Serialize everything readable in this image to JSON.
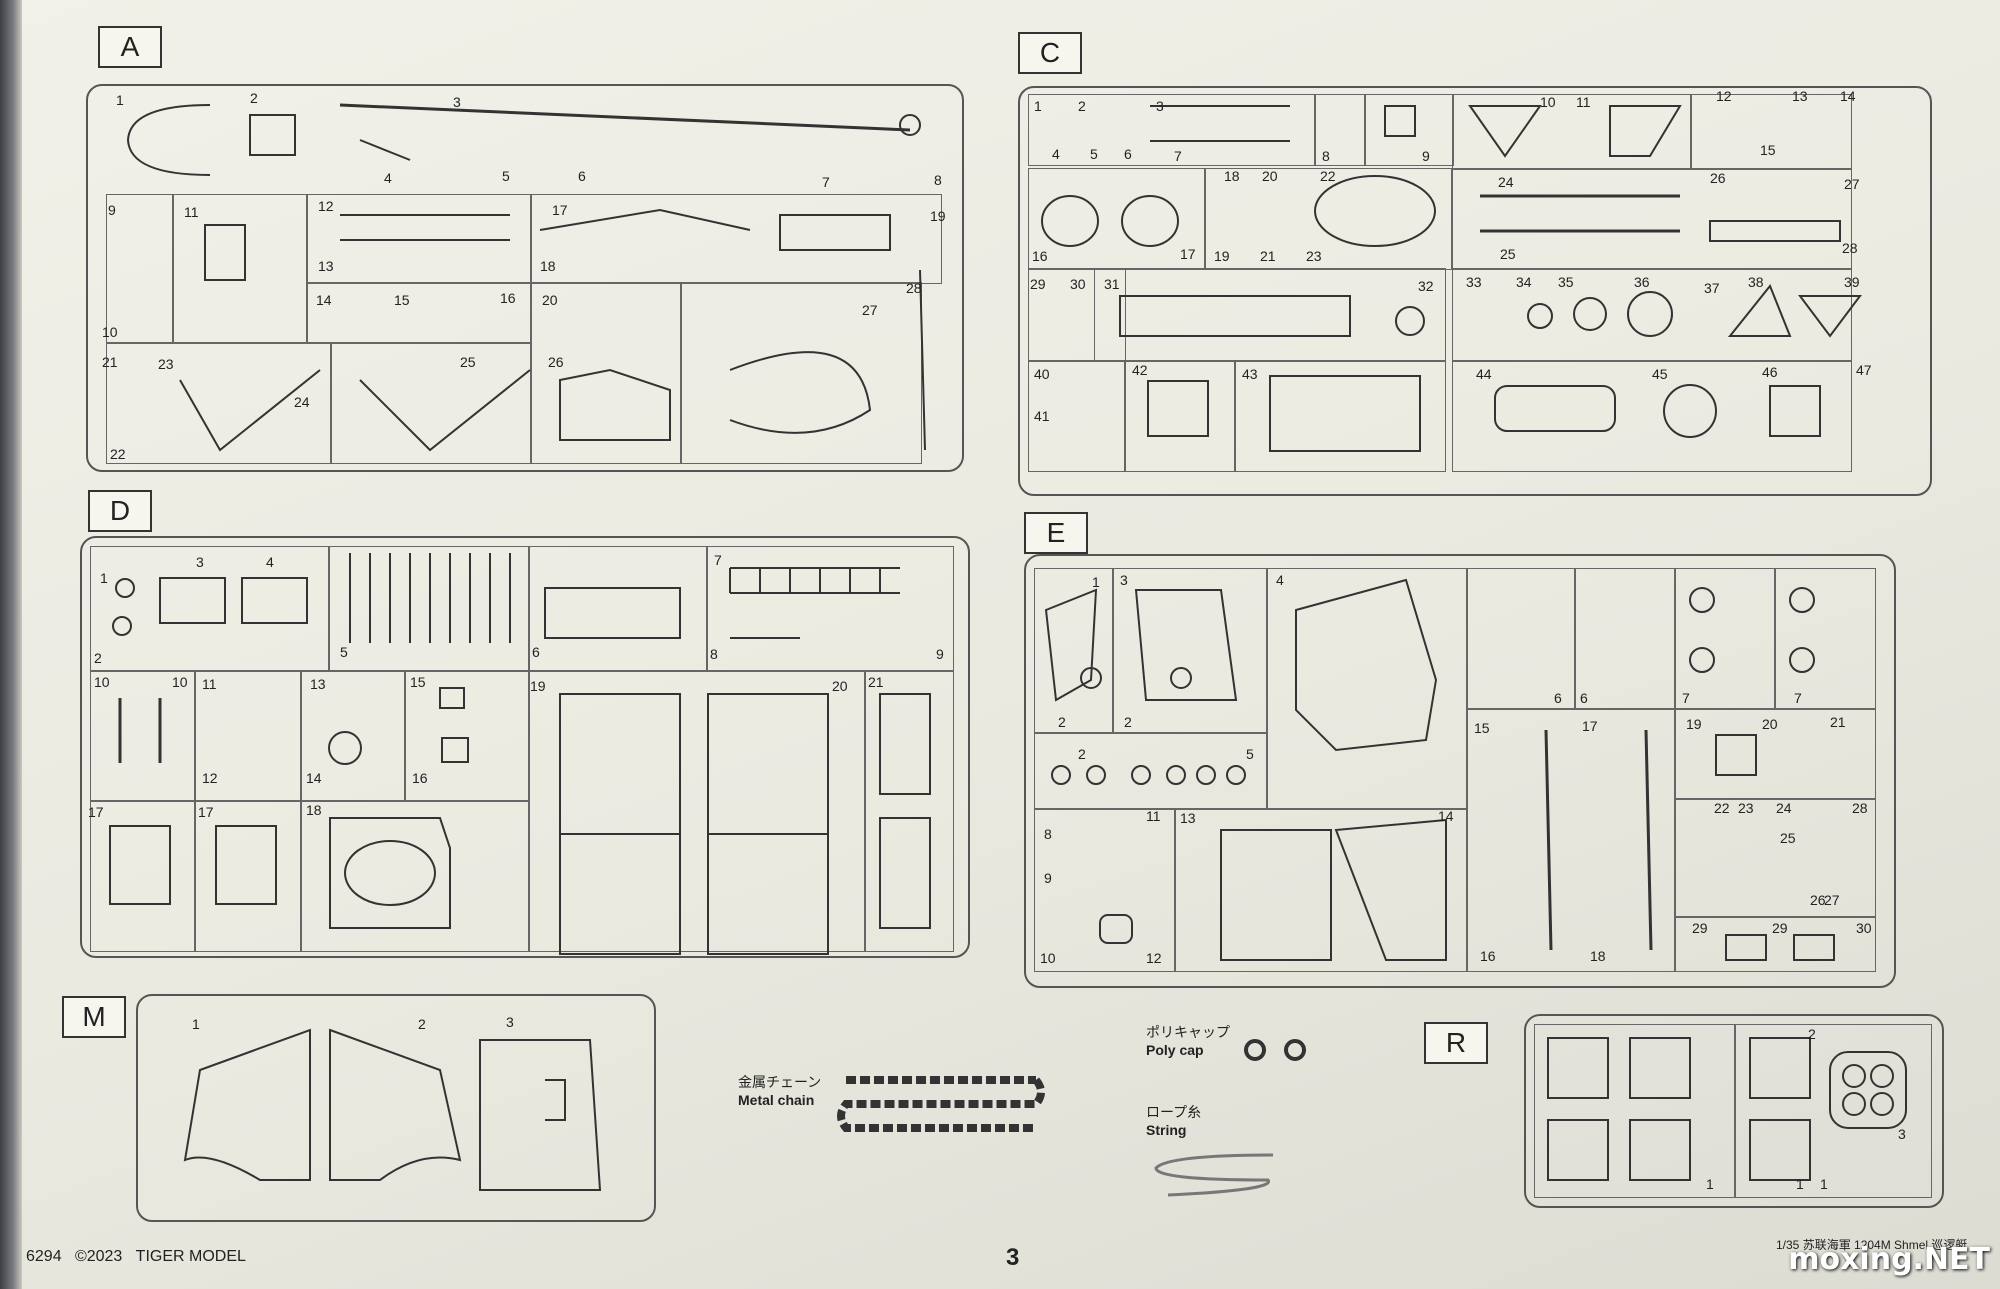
{
  "sections": {
    "A": {
      "letter": "A",
      "numbers": [
        "1",
        "2",
        "3",
        "4",
        "5",
        "6",
        "7",
        "8",
        "9",
        "10",
        "11",
        "12",
        "13",
        "14",
        "15",
        "16",
        "17",
        "18",
        "19",
        "20",
        "21",
        "22",
        "23",
        "24",
        "25",
        "26",
        "27",
        "28"
      ]
    },
    "C": {
      "letter": "C",
      "numbers": [
        "1",
        "2",
        "3",
        "4",
        "5",
        "6",
        "7",
        "8",
        "9",
        "10",
        "11",
        "12",
        "13",
        "14",
        "15",
        "16",
        "17",
        "18",
        "19",
        "20",
        "21",
        "22",
        "23",
        "24",
        "25",
        "26",
        "27",
        "28",
        "29",
        "30",
        "31",
        "32",
        "33",
        "34",
        "35",
        "36",
        "37",
        "38",
        "39",
        "40",
        "41",
        "42",
        "43",
        "44",
        "45",
        "46",
        "47"
      ]
    },
    "D": {
      "letter": "D",
      "numbers": [
        "1",
        "2",
        "3",
        "4",
        "5",
        "6",
        "7",
        "8",
        "9",
        "10",
        "10",
        "11",
        "12",
        "13",
        "14",
        "15",
        "16",
        "17",
        "17",
        "18",
        "19",
        "20",
        "21"
      ]
    },
    "E": {
      "letter": "E",
      "numbers": [
        "1",
        "2",
        "2",
        "3",
        "4",
        "2",
        "5",
        "6",
        "6",
        "7",
        "7",
        "8",
        "9",
        "10",
        "11",
        "12",
        "13",
        "14",
        "15",
        "16",
        "17",
        "18",
        "19",
        "20",
        "21",
        "22",
        "23",
        "24",
        "25",
        "26",
        "27",
        "28",
        "29",
        "29",
        "30"
      ]
    },
    "M": {
      "letter": "M",
      "numbers": [
        "1",
        "2",
        "3"
      ]
    },
    "R": {
      "letter": "R",
      "numbers": [
        "1",
        "1",
        "1",
        "2",
        "3"
      ]
    }
  },
  "parts": {
    "metal_chain": {
      "ja": "金属チェーン",
      "en": "Metal chain"
    },
    "poly_cap": {
      "ja": "ポリキャップ",
      "en": "Poly cap"
    },
    "string": {
      "ja": "ロープ糸",
      "en": "String"
    }
  },
  "footer": {
    "code": "6294",
    "copyright": "©2023",
    "brand": "TIGER MODEL",
    "page": "3",
    "product": "1/35 苏联海軍 1204M Shmel 巡逻艇"
  },
  "watermark": "moxing.NET"
}
